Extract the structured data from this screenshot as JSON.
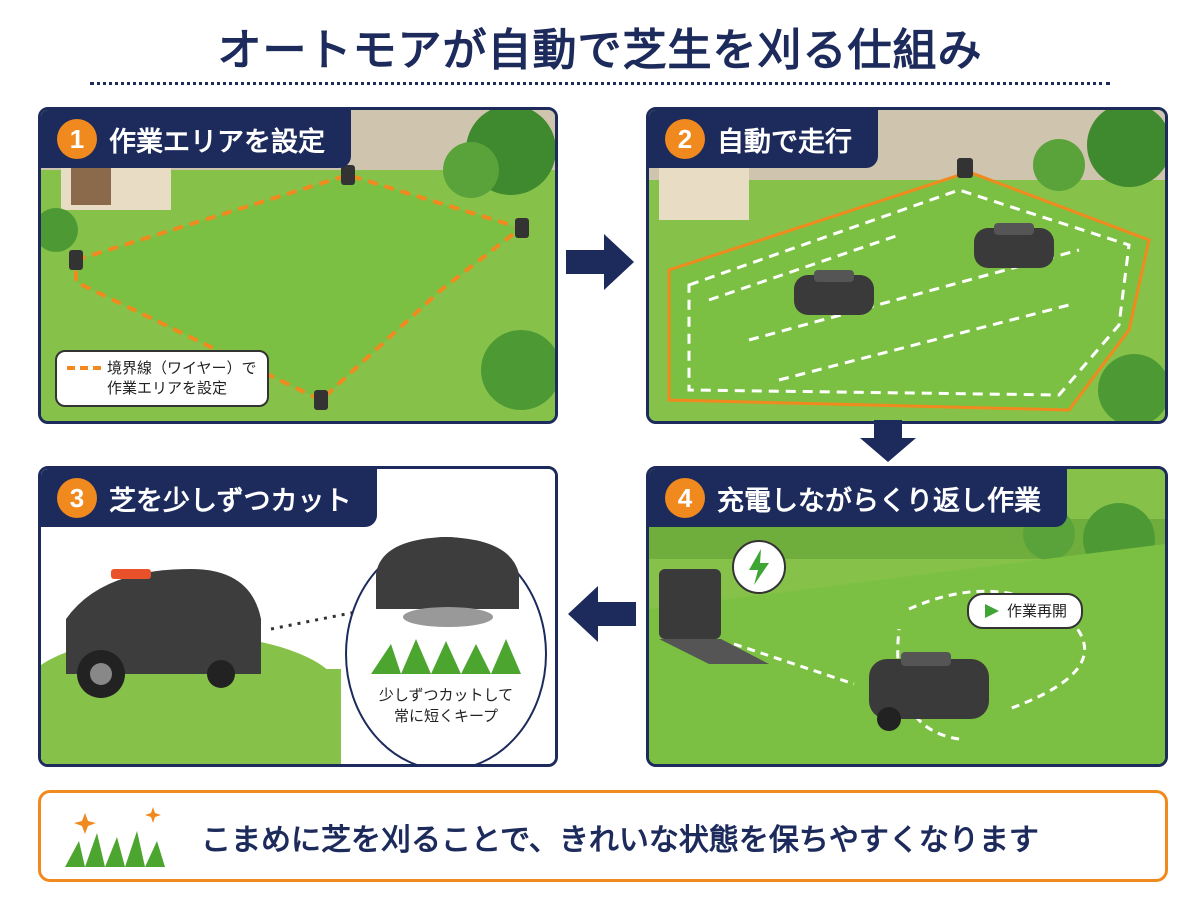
{
  "title": "オートモアが自動で芝生を刈る仕組み",
  "steps": [
    {
      "num": "1",
      "label": "作業エリアを設定"
    },
    {
      "num": "2",
      "label": "自動で走行"
    },
    {
      "num": "3",
      "label": "芝を少しずつカット"
    },
    {
      "num": "4",
      "label": "充電しながらくり返し作業"
    }
  ],
  "step1_callout": {
    "line1": "境界線（ワイヤー）で",
    "line2": "作業エリアを設定"
  },
  "step3_callout": {
    "line1": "少しずつカットして",
    "line2": "常に短くキープ"
  },
  "step4_callout": "作業再開",
  "footer": "こまめに芝を刈ることで、きれいな状態を保ちやすくなります",
  "colors": {
    "navy": "#1c2a5c",
    "orange": "#f08a1e",
    "grass": "#7fbf45",
    "charge": "#3fa535"
  },
  "icons": [
    "right-arrow-icon",
    "down-arrow-icon",
    "left-arrow-icon",
    "lightning-icon",
    "play-icon",
    "sparkle-icon",
    "grass-icon"
  ]
}
